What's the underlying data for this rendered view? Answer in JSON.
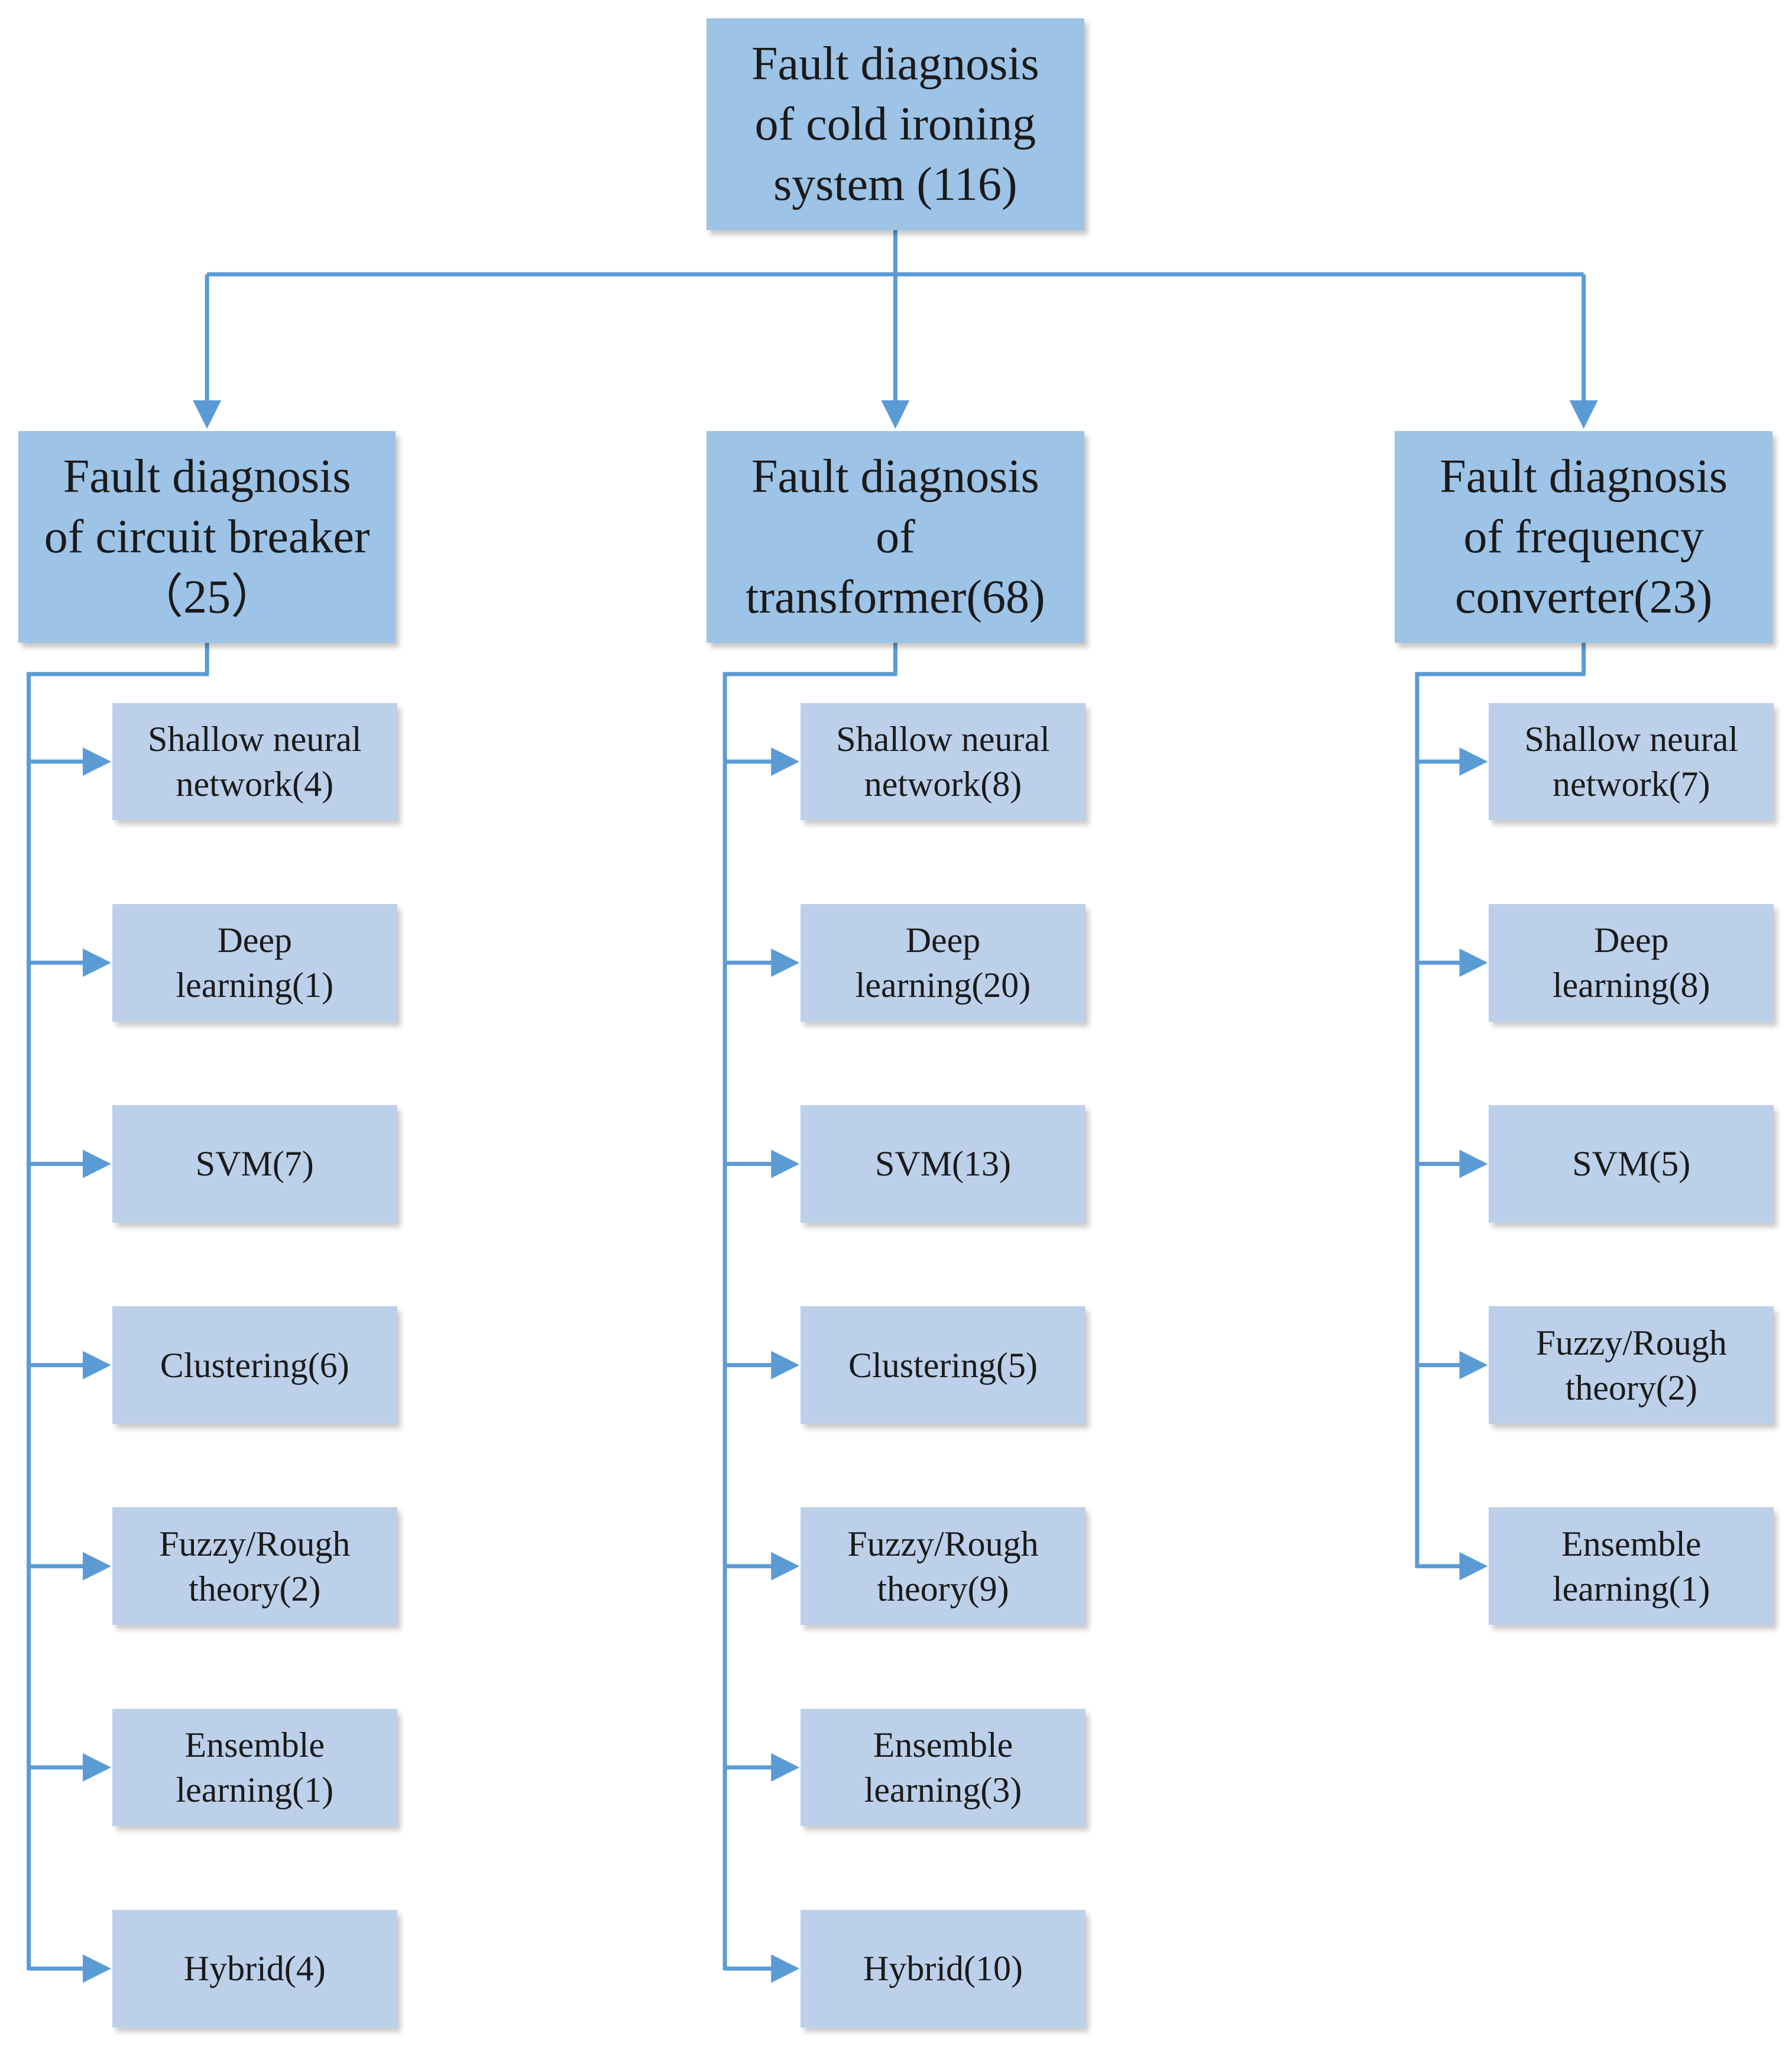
{
  "root": {
    "lines": [
      "Fault diagnosis",
      "of cold ironing",
      "system (116)"
    ]
  },
  "categories": [
    {
      "lines": [
        "Fault diagnosis",
        "of circuit breaker",
        "（25）"
      ],
      "methods": [
        {
          "lines": [
            "Shallow neural",
            "network(4)"
          ]
        },
        {
          "lines": [
            "Deep",
            "learning(1)"
          ]
        },
        {
          "lines": [
            "SVM(7)"
          ]
        },
        {
          "lines": [
            "Clustering(6)"
          ]
        },
        {
          "lines": [
            "Fuzzy/Rough",
            "theory(2)"
          ]
        },
        {
          "lines": [
            "Ensemble",
            "learning(1)"
          ]
        },
        {
          "lines": [
            "Hybrid(4)"
          ]
        }
      ]
    },
    {
      "lines": [
        "Fault diagnosis",
        "of",
        "transformer(68)"
      ],
      "methods": [
        {
          "lines": [
            "Shallow neural",
            "network(8)"
          ]
        },
        {
          "lines": [
            "Deep",
            "learning(20)"
          ]
        },
        {
          "lines": [
            "SVM(13)"
          ]
        },
        {
          "lines": [
            "Clustering(5)"
          ]
        },
        {
          "lines": [
            "Fuzzy/Rough",
            "theory(9)"
          ]
        },
        {
          "lines": [
            "Ensemble",
            "learning(3)"
          ]
        },
        {
          "lines": [
            "Hybrid(10)"
          ]
        }
      ]
    },
    {
      "lines": [
        "Fault diagnosis",
        "of frequency",
        "converter(23)"
      ],
      "methods": [
        {
          "lines": [
            "Shallow neural",
            "network(7)"
          ]
        },
        {
          "lines": [
            "Deep",
            "learning(8)"
          ]
        },
        {
          "lines": [
            "SVM(5)"
          ]
        },
        {
          "lines": [
            "Fuzzy/Rough",
            "theory(2)"
          ]
        },
        {
          "lines": [
            "Ensemble",
            "learning(1)"
          ]
        }
      ]
    }
  ],
  "colors": {
    "main_box": "#9dc3e6",
    "method_box": "#bdd0ea",
    "connector": "#5b9bd5"
  }
}
